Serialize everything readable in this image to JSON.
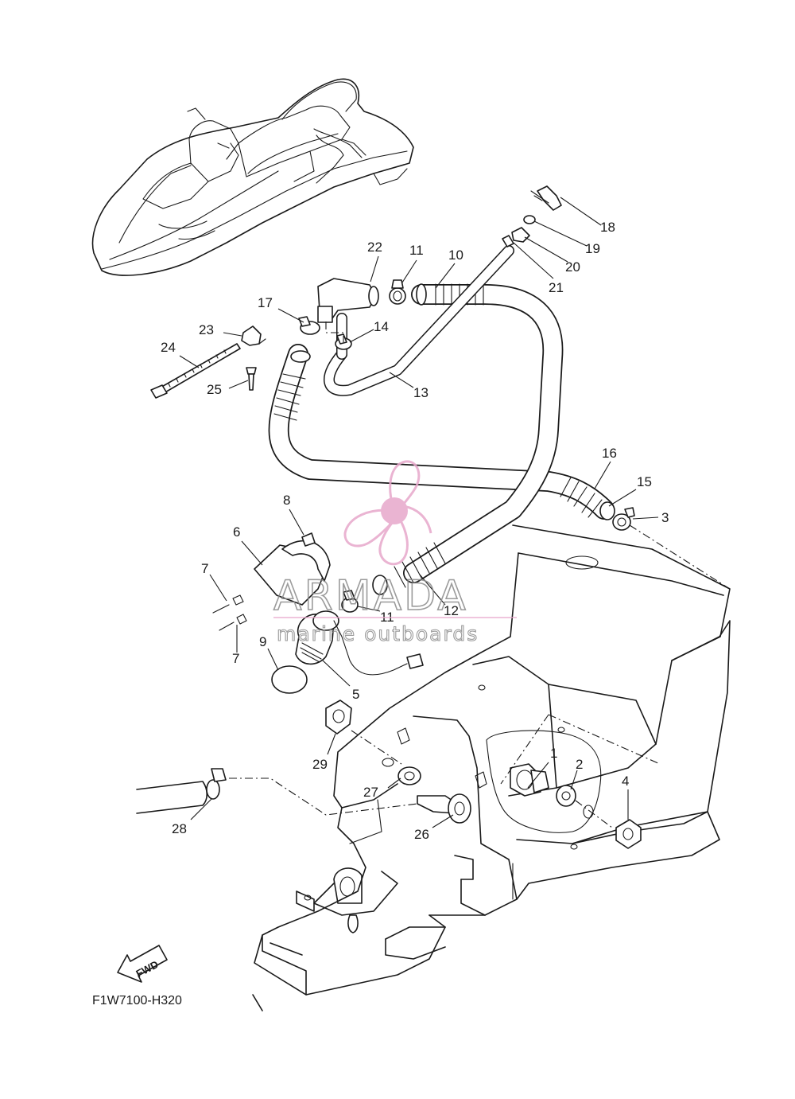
{
  "diagram": {
    "drawing_code": "F1W7100-H320",
    "direction_label": "FWD",
    "callouts": [
      "1",
      "2",
      "3",
      "4",
      "5",
      "6",
      "7",
      "7",
      "8",
      "9",
      "10",
      "11",
      "11",
      "12",
      "13",
      "14",
      "15",
      "16",
      "17",
      "18",
      "19",
      "20",
      "21",
      "22",
      "23",
      "24",
      "25",
      "26",
      "27",
      "28",
      "29"
    ]
  },
  "watermark": {
    "brand": "ARMADA",
    "tagline": "marine outboards",
    "color_pink": "#e7a7cb",
    "color_gray": "#8a8a8a"
  },
  "colors": {
    "line": "#1a1a1a",
    "background": "#ffffff"
  },
  "icons": {
    "watermark_logo": "propeller-icon",
    "direction": "fwd-arrow-icon"
  }
}
